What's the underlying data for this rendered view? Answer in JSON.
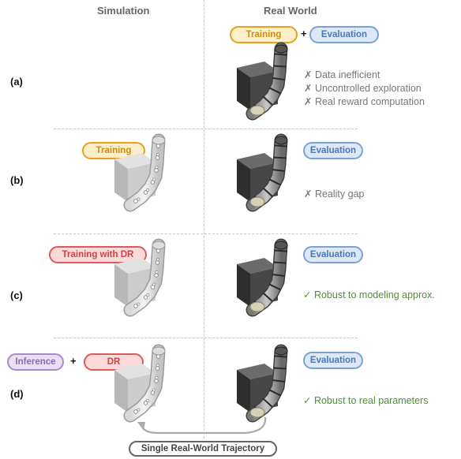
{
  "columns": {
    "sim": "Simulation",
    "real": "Real World"
  },
  "rows": {
    "a": {
      "label": "(a)",
      "real_pills": [
        "Training",
        "Evaluation"
      ],
      "plus": "+",
      "notes": [
        "✗ Data inefficient",
        "✗ Uncontrolled exploration",
        "✗ Real reward computation"
      ]
    },
    "b": {
      "label": "(b)",
      "sim_pill": "Training",
      "real_pill": "Evaluation",
      "notes": [
        "✗ Reality gap"
      ]
    },
    "c": {
      "label": "(c)",
      "sim_pill": "Training with DR",
      "real_pill": "Evaluation",
      "notes": [
        "✓ Robust to modeling approx."
      ]
    },
    "d": {
      "label": "(d)",
      "sim_pills": [
        "Inference",
        "DR"
      ],
      "plus": "+",
      "real_pill": "Evaluation",
      "notes": [
        "✓ Robust to real parameters"
      ]
    }
  },
  "trajectory_label": "Single Real-World Trajectory",
  "colors": {
    "training": "#e8a020",
    "evaluation": "#7ba2d6",
    "dr": "#d85c5c",
    "inference": "#a88cc8",
    "pro_text": "#4e8f38",
    "con_text": "#777777"
  }
}
